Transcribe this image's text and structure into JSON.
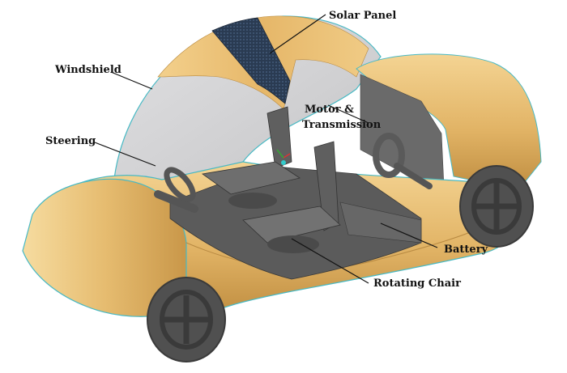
{
  "labels": {
    "solar_panel": "Solar Panel",
    "windshield": "Windshield",
    "motor_line1": "Motor &",
    "motor_line2": "Transmission",
    "steering": "Steering",
    "battery": "Battery",
    "rotating_chair": "Rotating Chair"
  },
  "colors": {
    "body": "#e3b768",
    "body_shadow": "#c9974a",
    "body_highlight": "#f6dca0",
    "glass": "#d2d2d4",
    "solar": "#2c3d55",
    "interior": "#585858",
    "interior_light": "#757575",
    "wheel": "#4b4b4b",
    "edge": "#48b9c4",
    "leader": "#111111"
  }
}
